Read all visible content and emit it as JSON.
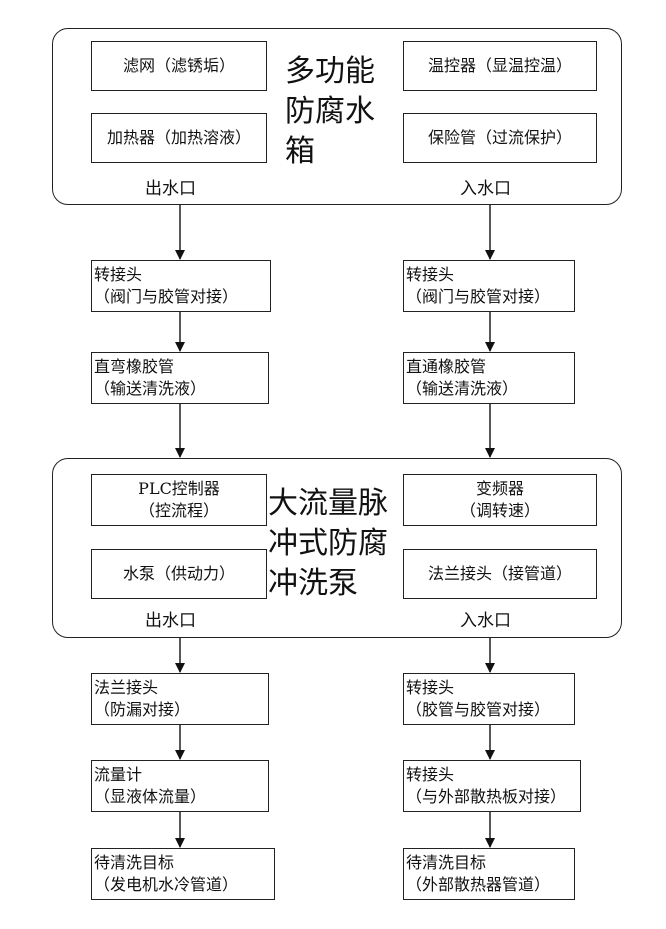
{
  "tank": {
    "title": "多功能\n防腐水\n箱",
    "filter": "滤网（滤锈垢）",
    "thermostat": "温控器（显温控温）",
    "heater": "加热器（加热溶液）",
    "fuse_tube": "保险管（过流保护）",
    "outlet": "出水口",
    "inlet": "入水口"
  },
  "pump": {
    "title": "大流量脉\n冲式防腐\n冲洗泵",
    "plc": [
      "PLC控制器",
      "（控流程）"
    ],
    "vfd": [
      "变频器",
      "（调转速）"
    ],
    "water_pump": "水泵（供动力）",
    "flange": "法兰接头（接管道）",
    "outlet": "出水口",
    "inlet": "入水口"
  },
  "left_column": {
    "adapter1": [
      "转接头",
      "（阀门与胶管对接）"
    ],
    "hose1": [
      "直弯橡胶管",
      "（输送清洗液）"
    ],
    "flange_joint": [
      "法兰接头",
      "（防漏对接）"
    ],
    "flowmeter": [
      "流量计",
      "（显液体流量）"
    ],
    "target": [
      "待清洗目标",
      "（发电机水冷管道）"
    ]
  },
  "right_column": {
    "adapter1": [
      "转接头",
      "（阀门与胶管对接）"
    ],
    "hose1": [
      "直通橡胶管",
      "（输送清洗液）"
    ],
    "adapter2": [
      "转接头",
      "（胶管与胶管对接）"
    ],
    "adapter3": [
      "转接头",
      "（与外部散热板对接）"
    ],
    "target": [
      "待清洗目标",
      "（外部散热器管道）"
    ]
  }
}
